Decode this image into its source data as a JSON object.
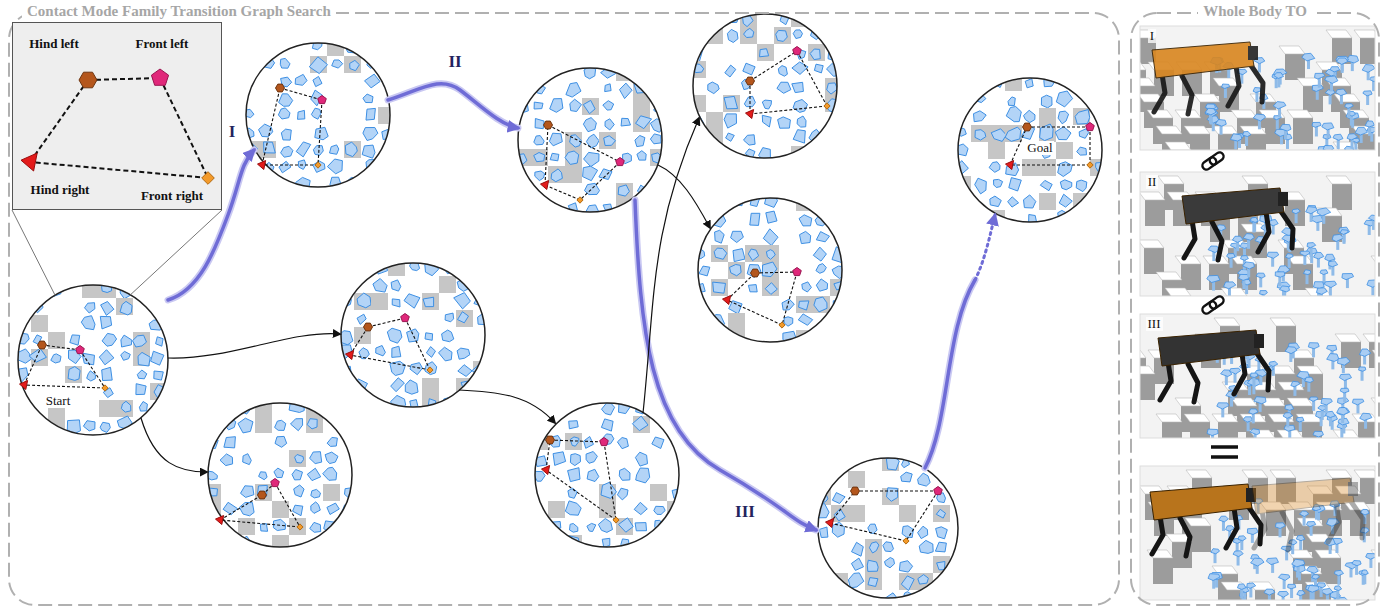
{
  "diagram": {
    "nodes": [
      {
        "text": [
          "Contact Mode Family Transition Graph Search"
        ]
      },
      {
        "text": [
          "Hind left",
          "Front left",
          "Hind right",
          "Front right"
        ],
        "in": 0
      },
      {
        "text": [
          "Start"
        ],
        "in": 0
      },
      {
        "text": [
          "Goal"
        ],
        "in": 0
      },
      {
        "text": [
          "Whole Body TO"
        ]
      }
    ],
    "edges": [
      {
        "from": 1,
        "to": 2,
        "arrow": "none"
      }
    ],
    "labels": [
      "I",
      "II",
      "III",
      "I",
      "II",
      "III"
    ]
  }
}
